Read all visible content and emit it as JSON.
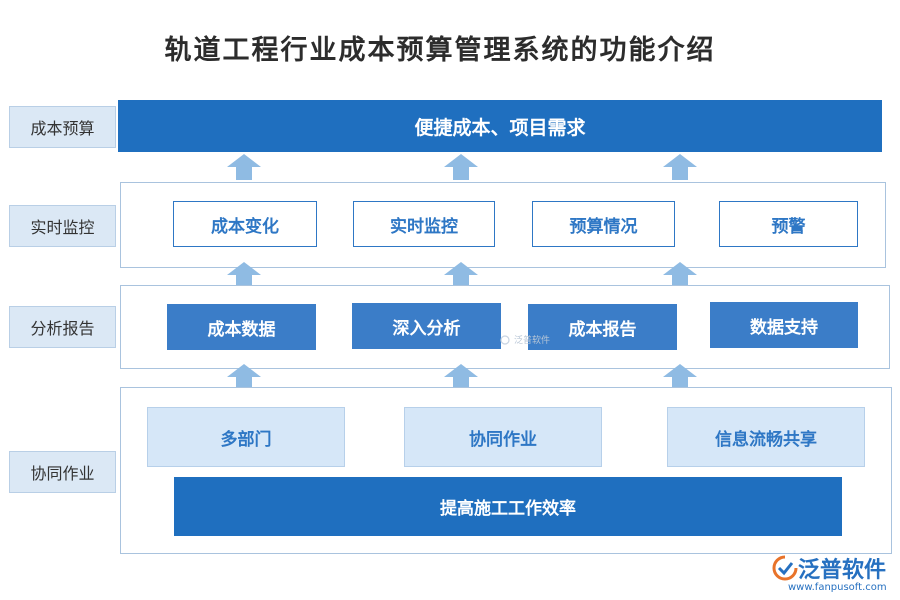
{
  "title": "轨道工程行业成本预算管理系统的功能介绍",
  "side_labels": [
    "成本预算",
    "实时监控",
    "分析报告",
    "协同作业"
  ],
  "top_bar": "便捷成本、项目需求",
  "monitor": [
    "成本变化",
    "实时监控",
    "预算情况",
    "预警"
  ],
  "report": [
    "成本数据",
    "深入分析",
    "成本报告",
    "数据支持"
  ],
  "collab": [
    "多部门",
    "协同作业",
    "信息流畅共享"
  ],
  "collab_bottom": "提高施工工作效率",
  "watermark": "泛普软件",
  "logo": {
    "name": "泛普软件",
    "url": "www.fanpusoft.com"
  },
  "colors": {
    "dark": "#1f6fbf",
    "mid": "#3b7dc8",
    "light": "#d6e7f8",
    "arrow": "#8fbbe3"
  }
}
